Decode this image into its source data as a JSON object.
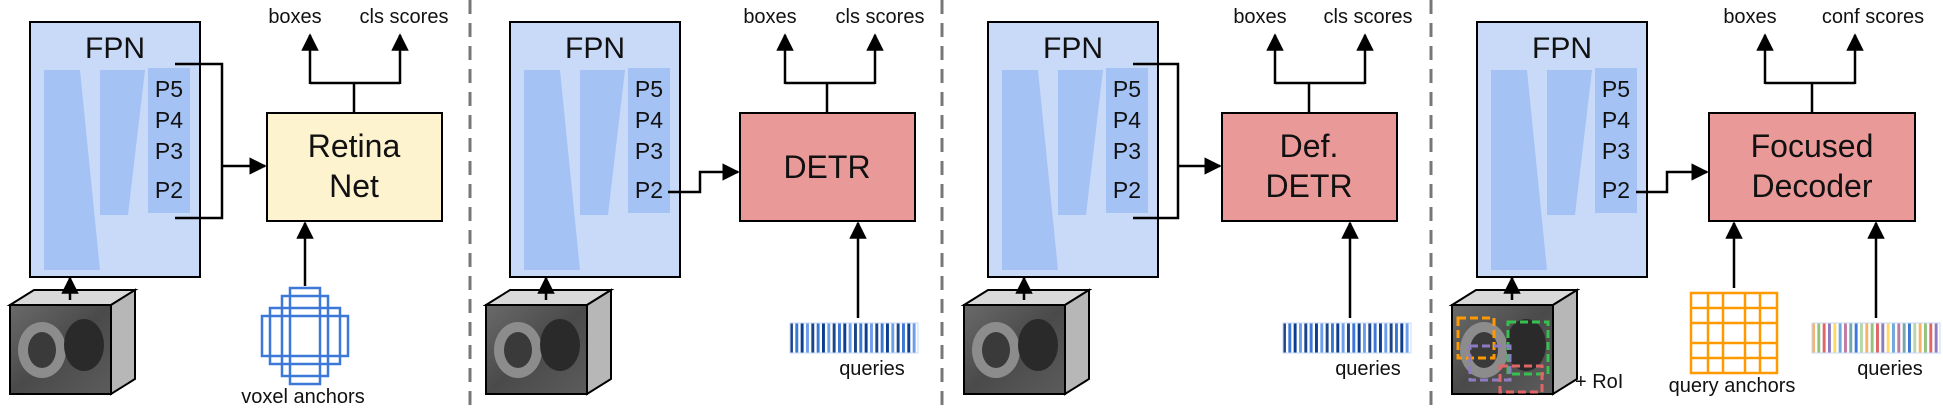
{
  "panels": [
    {
      "fpn_title": "FPN",
      "levels": [
        "P5",
        "P4",
        "P3",
        "P2"
      ],
      "head_lines": [
        "Retina",
        "Net"
      ],
      "outputs": [
        "boxes",
        "cls scores"
      ],
      "input_label": "voxel anchors",
      "head_color": "#fdf3cf"
    },
    {
      "fpn_title": "FPN",
      "levels": [
        "P5",
        "P4",
        "P3",
        "P2"
      ],
      "head_lines": [
        "DETR"
      ],
      "outputs": [
        "boxes",
        "cls scores"
      ],
      "input_label": "queries",
      "head_color": "#ea9999"
    },
    {
      "fpn_title": "FPN",
      "levels": [
        "P5",
        "P4",
        "P3",
        "P2"
      ],
      "head_lines": [
        "Def.",
        "DETR"
      ],
      "outputs": [
        "boxes",
        "cls scores"
      ],
      "input_label": "queries",
      "head_color": "#ea9999"
    },
    {
      "fpn_title": "FPN",
      "levels": [
        "P5",
        "P4",
        "P3",
        "P2"
      ],
      "head_lines": [
        "Focused",
        "Decoder"
      ],
      "outputs": [
        "boxes",
        "conf scores"
      ],
      "input_label_1": "query anchors",
      "input_label_2": "queries",
      "roi_label": "+ RoI",
      "head_color": "#ea9999"
    }
  ],
  "colors": {
    "fpn_fill": "#c9daf8",
    "fpn_inner": "#a4c2f4",
    "anchor_blue": "#3c78d8",
    "query_anchor_orange": "#ff9900",
    "divider": "#777777"
  }
}
